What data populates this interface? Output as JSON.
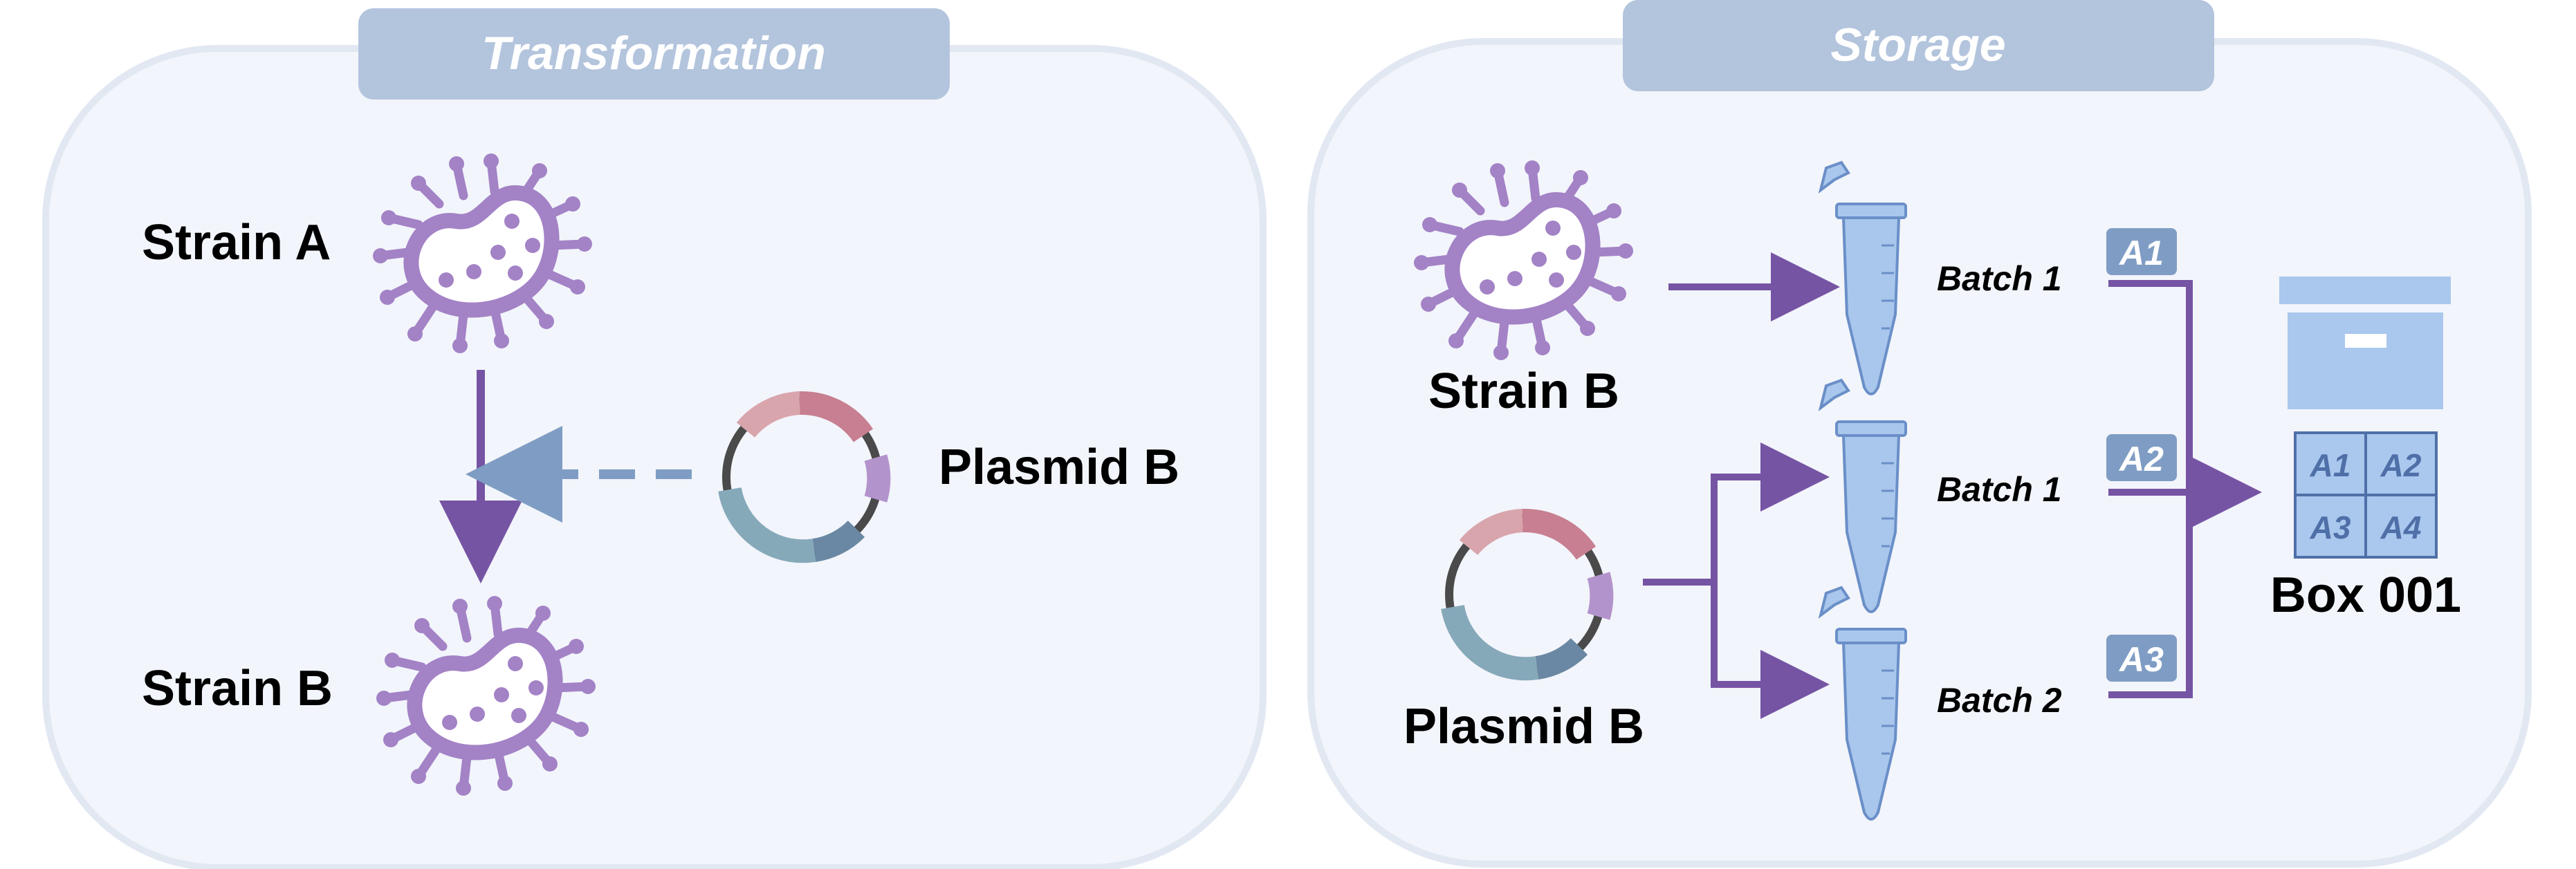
{
  "colors": {
    "panel_fill": "#f2f5fb",
    "panel_stroke": "#e2e8f2",
    "header_fill": "#b3c4dd",
    "arrow": "#7654a4",
    "arrow_dashed": "#7f9dc4",
    "bacteria": "#a382c6",
    "tube": "#a9c6ec",
    "tag_fill": "#7f9dc4",
    "box": "#aac7ee"
  },
  "transformation": {
    "header": "Transformation",
    "strain_a": "Strain A",
    "plasmid": "Plasmid B",
    "strain_b": "Strain B"
  },
  "storage": {
    "header": "Storage",
    "strain_b": "Strain B",
    "plasmid": "Plasmid B",
    "batches": [
      "Batch 1",
      "Batch 1",
      "Batch 2"
    ],
    "tags": [
      "A1",
      "A2",
      "A3"
    ],
    "box_cells": [
      "A1",
      "A2",
      "A3",
      "A4"
    ],
    "box_label": "Box 001"
  }
}
